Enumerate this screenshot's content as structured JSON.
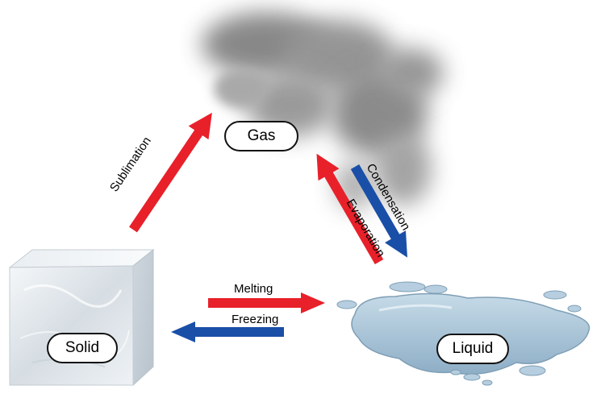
{
  "states": {
    "gas": "Gas",
    "solid": "Solid",
    "liquid": "Liquid"
  },
  "processes": {
    "sublimation": "Sublimation",
    "condensation": "Condensation",
    "evaporation": "Evaporation",
    "melting": "Melting",
    "freezing": "Freezing"
  },
  "colors": {
    "red_arrow": "#e8202a",
    "blue_arrow": "#1a4fa8",
    "vapor": "#8a8a8a",
    "ice": "#dfe6ec",
    "water": "#a9c7dc"
  }
}
